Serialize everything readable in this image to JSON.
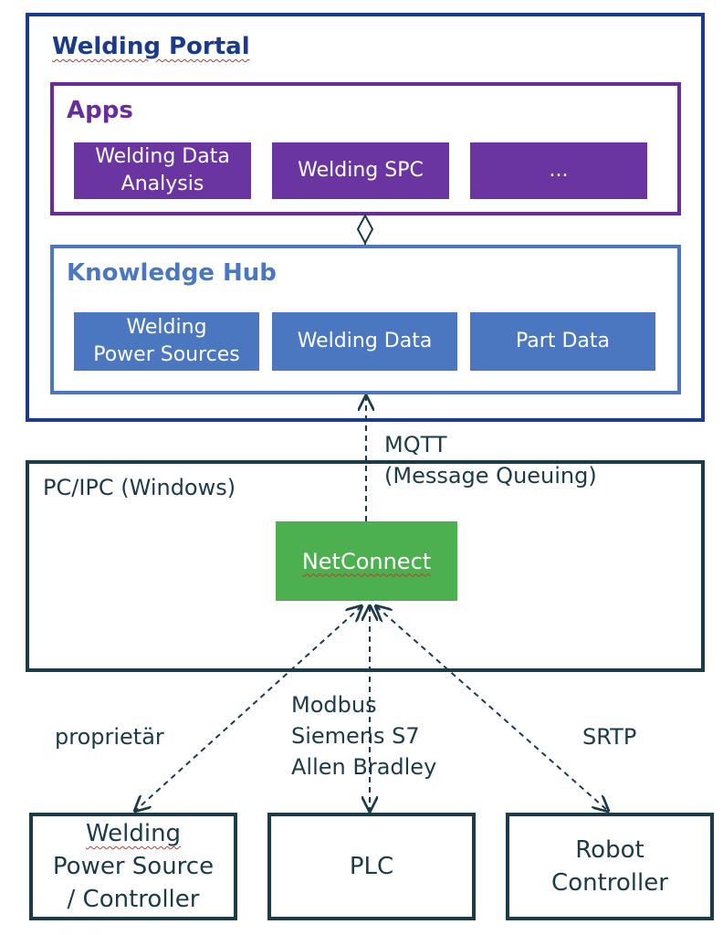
{
  "portal": {
    "title": "Welding Portal"
  },
  "apps": {
    "title": "Apps",
    "items": [
      {
        "lines": [
          "Welding Data",
          "Analysis"
        ]
      },
      {
        "lines": [
          "Welding SPC"
        ]
      },
      {
        "lines": [
          "..."
        ]
      }
    ]
  },
  "hub": {
    "title": "Knowledge Hub",
    "items": [
      {
        "lines": [
          "Welding",
          "Power Sources"
        ]
      },
      {
        "lines": [
          "Welding Data"
        ]
      },
      {
        "lines": [
          "Part Data"
        ]
      }
    ]
  },
  "pc": {
    "title": "PC/IPC (Windows)"
  },
  "netconnect": {
    "label": "NetConnect"
  },
  "protocols": {
    "mqtt": [
      "MQTT",
      "(Message Queuing)"
    ],
    "proprietary": "proprietär",
    "plc": [
      "Modbus",
      "Siemens S7",
      "Allen Bradley"
    ],
    "srtp": "SRTP"
  },
  "devices": {
    "power_source": [
      "Welding",
      "Power Source",
      "/ Controller"
    ],
    "plc": "PLC",
    "robot": [
      "Robot",
      "Controller"
    ]
  },
  "colors": {
    "portal": "#1a3a8c",
    "apps": "#6a2c9a",
    "hub": "#4a77c0",
    "netconnect": "#4caf50",
    "dark": "#1c3a48"
  }
}
